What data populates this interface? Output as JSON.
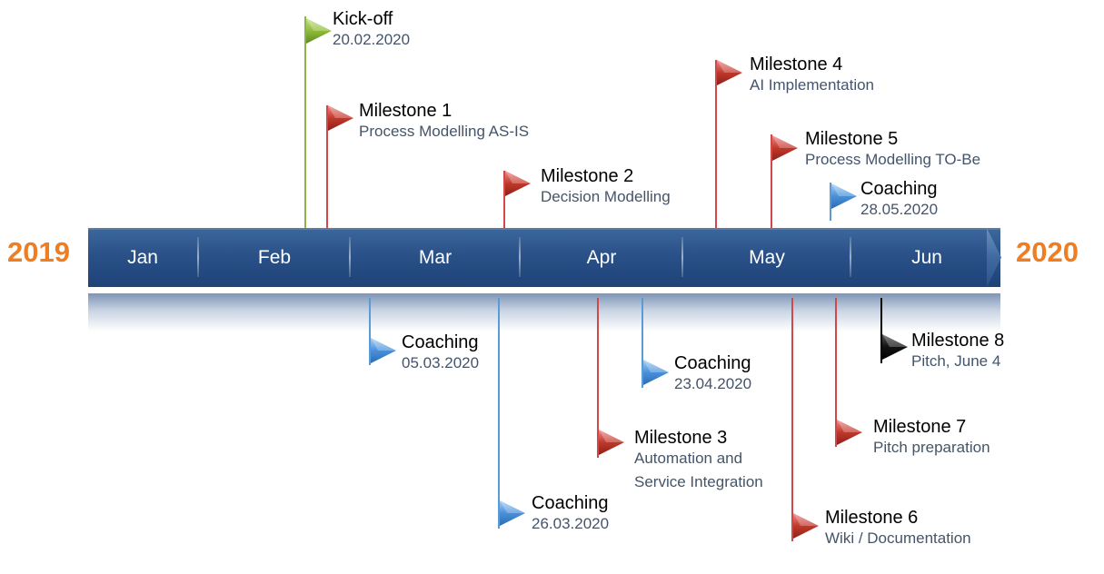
{
  "years": {
    "start": "2019",
    "end": "2020"
  },
  "colors": {
    "bar": "#2a5188",
    "year": "#ef7d22",
    "milestone_flag": "#c0392b",
    "milestone_pole": "#d04848",
    "coaching_flag": "#4a90d9",
    "coaching_pole": "#5b9bd5",
    "kickoff_flag": "#8fbb3a",
    "kickoff_pole": "#8db34a",
    "final_flag": "#000000",
    "subtitle_text": "#44546a"
  },
  "months": [
    "Jan",
    "Feb",
    "Mar",
    "Apr",
    "May",
    "Jun"
  ],
  "events": [
    {
      "id": "kickoff",
      "kind": "kickoff",
      "title": "Kick-off",
      "subtitle": [
        "20.02.2020"
      ]
    },
    {
      "id": "milestone-1",
      "kind": "milestone",
      "title": "Milestone 1",
      "subtitle": [
        "Process Modelling AS-IS"
      ]
    },
    {
      "id": "milestone-2",
      "kind": "milestone",
      "title": "Milestone 2",
      "subtitle": [
        "Decision Modelling"
      ]
    },
    {
      "id": "milestone-4",
      "kind": "milestone",
      "title": "Milestone 4",
      "subtitle": [
        "AI Implementation"
      ]
    },
    {
      "id": "milestone-5",
      "kind": "milestone",
      "title": "Milestone 5",
      "subtitle": [
        "Process Modelling TO-Be"
      ]
    },
    {
      "id": "coaching-4",
      "kind": "coaching",
      "title": "Coaching",
      "subtitle": [
        "28.05.2020"
      ]
    },
    {
      "id": "coaching-1",
      "kind": "coaching",
      "title": "Coaching",
      "subtitle": [
        "05.03.2020"
      ]
    },
    {
      "id": "coaching-2",
      "kind": "coaching",
      "title": "Coaching",
      "subtitle": [
        "26.03.2020"
      ]
    },
    {
      "id": "milestone-3",
      "kind": "milestone",
      "title": "Milestone 3",
      "subtitle": [
        "Automation and",
        "Service Integration"
      ]
    },
    {
      "id": "coaching-3",
      "kind": "coaching",
      "title": "Coaching",
      "subtitle": [
        "23.04.2020"
      ]
    },
    {
      "id": "milestone-6",
      "kind": "milestone",
      "title": "Milestone 6",
      "subtitle": [
        "Wiki / Documentation"
      ]
    },
    {
      "id": "milestone-7",
      "kind": "milestone",
      "title": "Milestone 7",
      "subtitle": [
        "Pitch preparation"
      ]
    },
    {
      "id": "milestone-8",
      "kind": "final",
      "title": "Milestone 8",
      "subtitle": [
        "Pitch, June 4"
      ]
    }
  ]
}
